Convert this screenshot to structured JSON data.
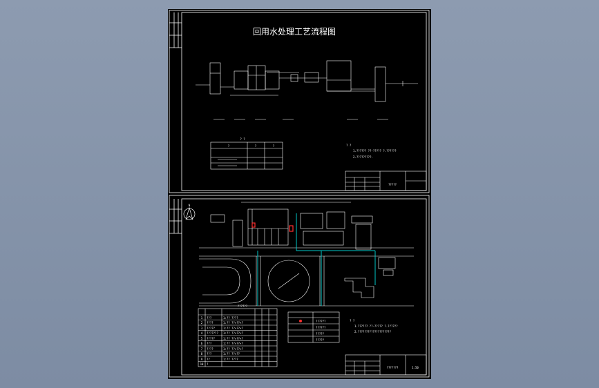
{
  "top_drawing": {
    "title": "回用水处理工艺流程图",
    "legend_heading": "? ?",
    "legend_headers": [
      "?",
      "?",
      "?"
    ],
    "notes_heading": "? ?",
    "notes": [
      "1.?????? ??-????? ?.??????",
      "2.?????????."
    ],
    "titleblock_name": "?????"
  },
  "bottom_drawing": {
    "north_mark": "N",
    "table_caption": "??????",
    "legend_rows": [
      "??????",
      "??????",
      "?????",
      "?????"
    ],
    "notes_heading": "? ?",
    "notes": [
      "1.?????? ??-????? ?.??????",
      "2.????????????????????"
    ],
    "titleblock_name": "???????",
    "scale": "1:50",
    "table_rows": [
      [
        "1",
        "???",
        "1:?? ????",
        "",
        ""
      ],
      [
        "2",
        "????",
        "1:?? ??×??×?",
        "",
        ""
      ],
      [
        "3",
        "?????",
        "1:?? ??×??×?",
        "",
        ""
      ],
      [
        "4",
        "???????",
        "1:?? ??×??×?",
        "",
        ""
      ],
      [
        "5",
        "?????",
        "1:?? ??×??×?",
        "",
        ""
      ],
      [
        "6",
        "???",
        "1:?? ??×??×?",
        "",
        ""
      ],
      [
        "7",
        "????",
        "1:?? ??×??×?",
        "",
        ""
      ],
      [
        "8",
        "???",
        "1:?? ??×??",
        "",
        ""
      ],
      [
        "9",
        "??",
        "1:?? ????",
        "",
        ""
      ],
      [
        "10",
        "?",
        "",
        "",
        ""
      ]
    ]
  }
}
